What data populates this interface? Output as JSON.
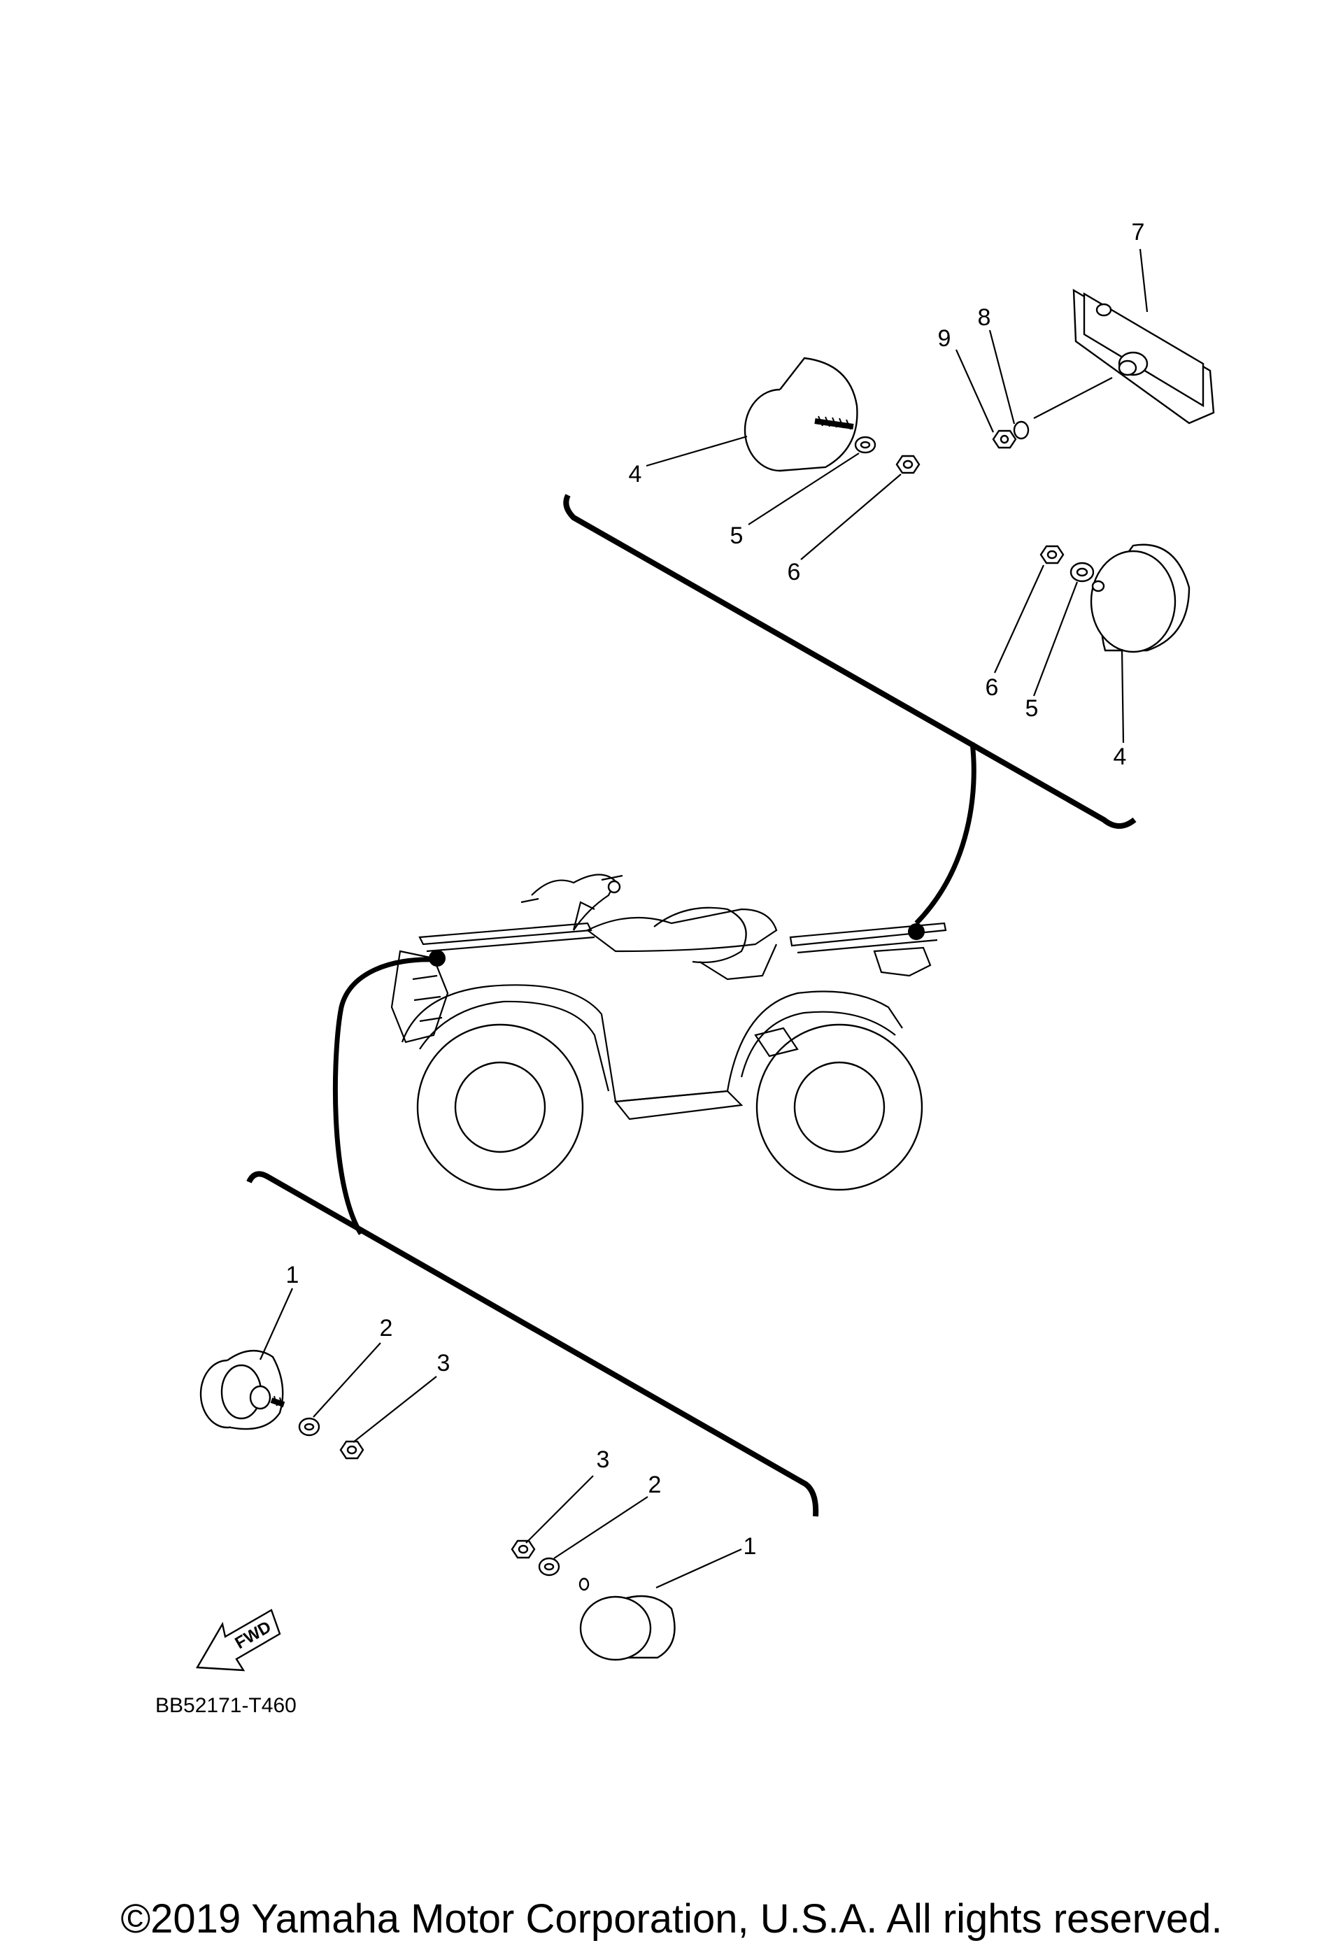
{
  "diagram": {
    "callouts": {
      "c1a": "1",
      "c2a": "2",
      "c3a": "3",
      "c1b": "1",
      "c2b": "2",
      "c3b": "3",
      "c4a": "4",
      "c5a": "5",
      "c6a": "6",
      "c4b": "4",
      "c5b": "5",
      "c6b": "6",
      "c7": "7",
      "c8": "8",
      "c9": "9"
    },
    "fwd_label": "FWD",
    "drawing_code": "BB52171-T460"
  },
  "footer": {
    "copyright": "©2019 Yamaha Motor Corporation, U.S.A. All rights reserved."
  }
}
